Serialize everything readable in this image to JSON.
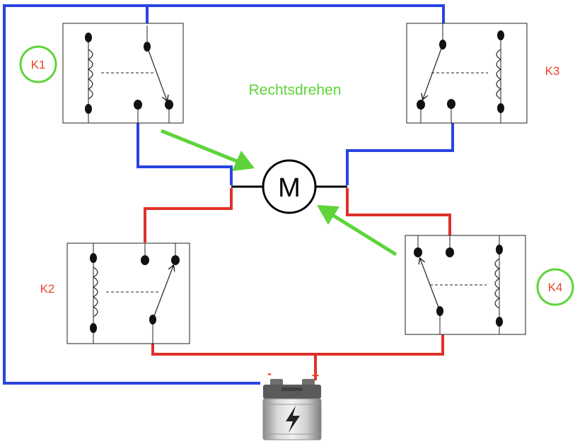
{
  "title": "Rechtsdrehen",
  "motor": {
    "label": "M"
  },
  "relays": [
    {
      "id": "k1",
      "label": "K1",
      "highlighted": true
    },
    {
      "id": "k2",
      "label": "K2",
      "highlighted": false
    },
    {
      "id": "k3",
      "label": "K3",
      "highlighted": false
    },
    {
      "id": "k4",
      "label": "K4",
      "highlighted": true
    }
  ],
  "battery": {
    "minus": "-",
    "plus": "+"
  },
  "colors": {
    "negative_wire": "#2a44e0",
    "positive_wire": "#e0302a",
    "motor_leads": "#000000",
    "arrows": "#5ed43a",
    "title": "#5ed43a",
    "relay_label": "#e8452c",
    "highlight_ring": "#5ed43a"
  },
  "icons": {
    "battery": "battery-icon",
    "lightning": "lightning-bolt-icon"
  }
}
